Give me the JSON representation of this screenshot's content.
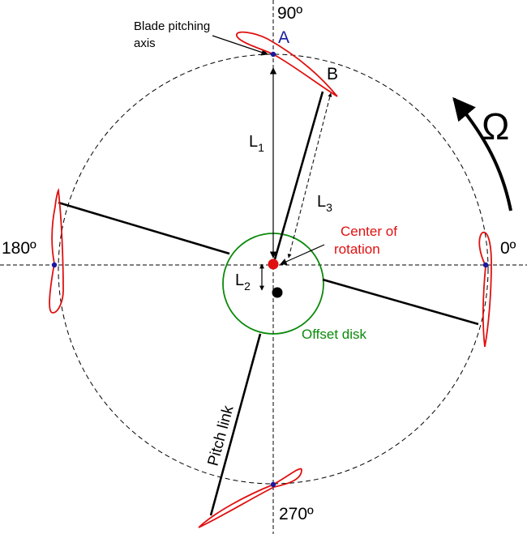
{
  "angles": {
    "deg90": "90º",
    "deg180": "180º",
    "deg0": "0º",
    "deg270": "270º"
  },
  "points": {
    "a": "A",
    "b": "B"
  },
  "annotations": {
    "blade_pitching_axis_line1": "Blade pitching",
    "blade_pitching_axis_line2": "axis",
    "center_of_rotation_line1": "Center of",
    "center_of_rotation_line2": "rotation",
    "offset_disk": "Offset disk",
    "pitch_link": "Pitch link",
    "omega": "Ω"
  },
  "lengths": {
    "l1_letter": "L",
    "l1_sub": "1",
    "l2_letter": "L",
    "l2_sub": "2",
    "l3_letter": "L",
    "l3_sub": "3"
  },
  "colors": {
    "blade": "#e01010",
    "center": "#e01010",
    "offset_disk": "#0a8a0a",
    "pitch_axis_dot": "#1a1aa0",
    "point_a": "#1a1aa0",
    "lines": "#000000"
  }
}
